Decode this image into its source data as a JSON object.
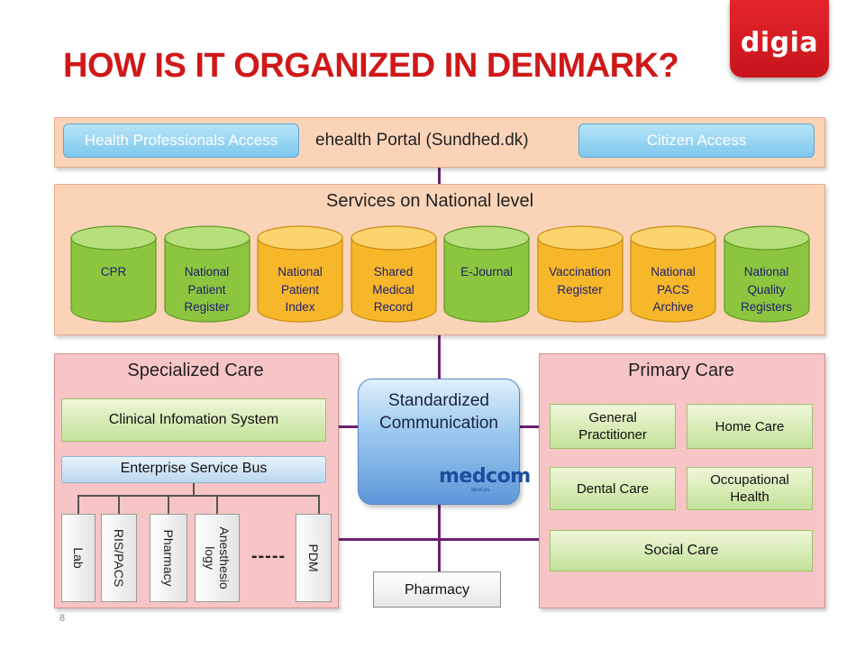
{
  "title": "HOW IS IT ORGANIZED IN DENMARK?",
  "logo": {
    "text": "digia",
    "color": "#e4252c"
  },
  "portal": {
    "left_button": "Health Professionals Access",
    "label": "ehealth Portal (Sundhed.dk)",
    "right_button": "Citizen Access"
  },
  "national": {
    "label": "Services on National level",
    "cylinders": [
      {
        "lines": [
          "CPR"
        ],
        "color": "green"
      },
      {
        "lines": [
          "National",
          "Patient",
          "Register"
        ],
        "color": "green"
      },
      {
        "lines": [
          "National",
          "Patient",
          "Index"
        ],
        "color": "orange"
      },
      {
        "lines": [
          "Shared",
          "Medical",
          "Record"
        ],
        "color": "orange"
      },
      {
        "lines": [
          "E-Journal"
        ],
        "color": "green"
      },
      {
        "lines": [
          "Vaccination",
          "Register"
        ],
        "color": "orange"
      },
      {
        "lines": [
          "National",
          "PACS",
          "Archive"
        ],
        "color": "orange"
      },
      {
        "lines": [
          "National",
          "Quality",
          "Registers"
        ],
        "color": "green"
      }
    ]
  },
  "specialized": {
    "title": "Specialized Care",
    "cis": "Clinical Infomation System",
    "esb": "Enterprise Service Bus",
    "systems": [
      "Lab",
      "RIS/PACS",
      "Pharmacy",
      "Anesthesio\nlogy",
      "PDM"
    ],
    "ellipsis": "-----"
  },
  "middle": {
    "std_line1": "Standardized",
    "std_line2": "Communication",
    "medcom": "medcom",
    "medcom_sub": "MedCom",
    "pharmacy": "Pharmacy"
  },
  "primary": {
    "title": "Primary Care",
    "gp": "General\nPractitioner",
    "home": "Home Care",
    "dental": "Dental Care",
    "occupational": "Occupational\nHealth",
    "social": "Social Care"
  },
  "page_number": "8",
  "colors": {
    "title": "#d01818",
    "connector": "#6b1f6f",
    "panel_orange": "#fbd4b8",
    "panel_pink": "#f7c5c5"
  }
}
